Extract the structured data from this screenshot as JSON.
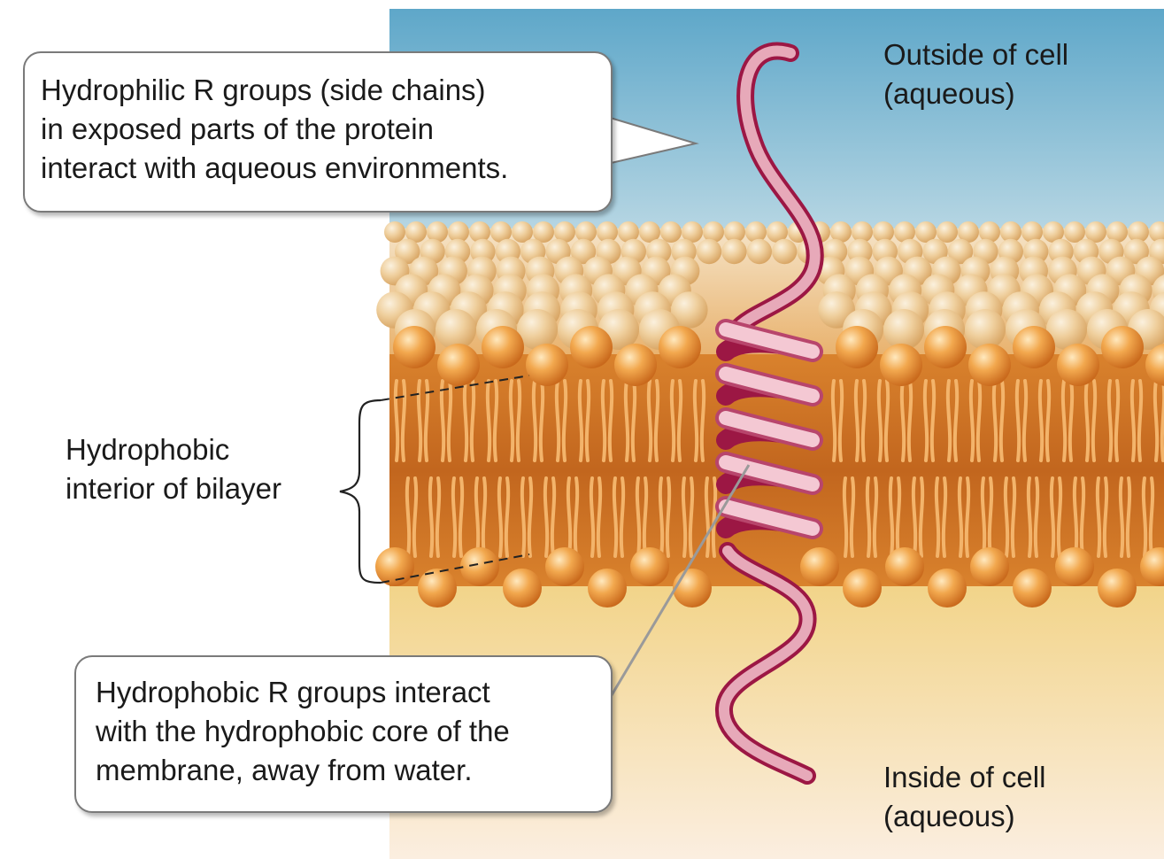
{
  "callouts": {
    "hydrophilic": {
      "lines": [
        "Hydrophilic R groups (side chains)",
        "in exposed parts of the protein",
        "interact with aqueous environments."
      ]
    },
    "hydrophobic": {
      "lines": [
        "Hydrophobic R groups interact",
        "with the hydrophobic core of the",
        "membrane, away from water."
      ]
    }
  },
  "labels": {
    "outside": [
      "Outside of cell",
      "(aqueous)"
    ],
    "inside": [
      "Inside of cell",
      "(aqueous)"
    ],
    "interior": [
      "Hydrophobic",
      "interior of bilayer"
    ]
  },
  "colors": {
    "outside_water_top": "#5ea7c9",
    "outside_water_bottom": "#cfe3ea",
    "inside_water_top": "#f2d489",
    "inside_water_bottom": "#fbeee0",
    "lipid_head": "#eda04c",
    "lipid_tail": "#d9893a",
    "helix_front": "#f2c0cc",
    "helix_back": "#9c1744"
  }
}
